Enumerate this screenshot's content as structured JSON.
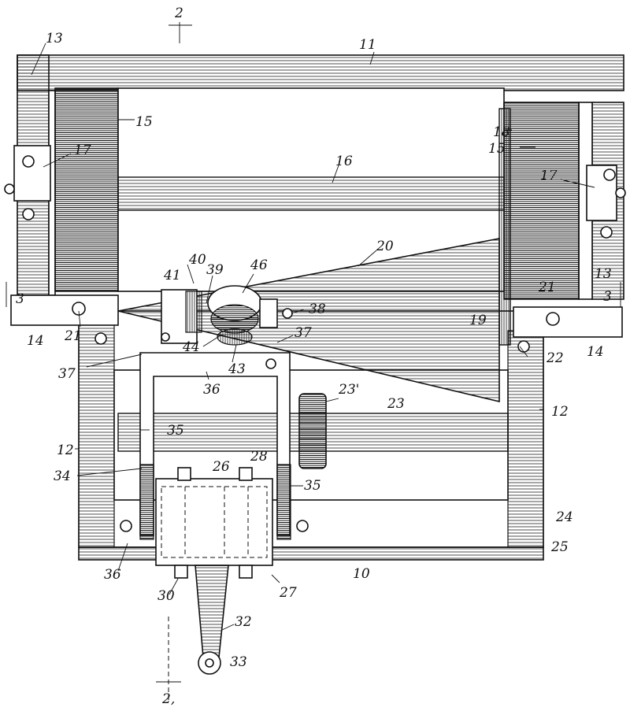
{
  "labels": {
    "n2_top": "2",
    "n2_bottom": "2,",
    "n3_left": "3",
    "n3_right": "3",
    "n10": "10",
    "n11": "11",
    "n12_left": "12",
    "n12_right": "12",
    "n13_left": "13",
    "n13_right": "13",
    "n14_left": "14",
    "n14_right": "14",
    "n15_left": "15",
    "n15_right": "15",
    "n16": "16",
    "n17_left": "17",
    "n17_right": "17",
    "n18": "18",
    "n19": "19",
    "n20": "20",
    "n21_left": "21",
    "n21_right": "21",
    "n22": "22",
    "n23": "23",
    "n23p": "23'",
    "n24": "24",
    "n25": "25",
    "n26": "26",
    "n27": "27",
    "n28": "28",
    "n30": "30",
    "n32": "32",
    "n33": "33",
    "n34": "34",
    "n35_left": "35",
    "n35_right": "35",
    "n36_top": "36",
    "n36_bottom": "36",
    "n37_left": "37",
    "n37_right": "37",
    "n38": "38",
    "n39": "39",
    "n40": "40",
    "n41": "41",
    "n43": "43",
    "n44": "44",
    "n46": "46"
  }
}
